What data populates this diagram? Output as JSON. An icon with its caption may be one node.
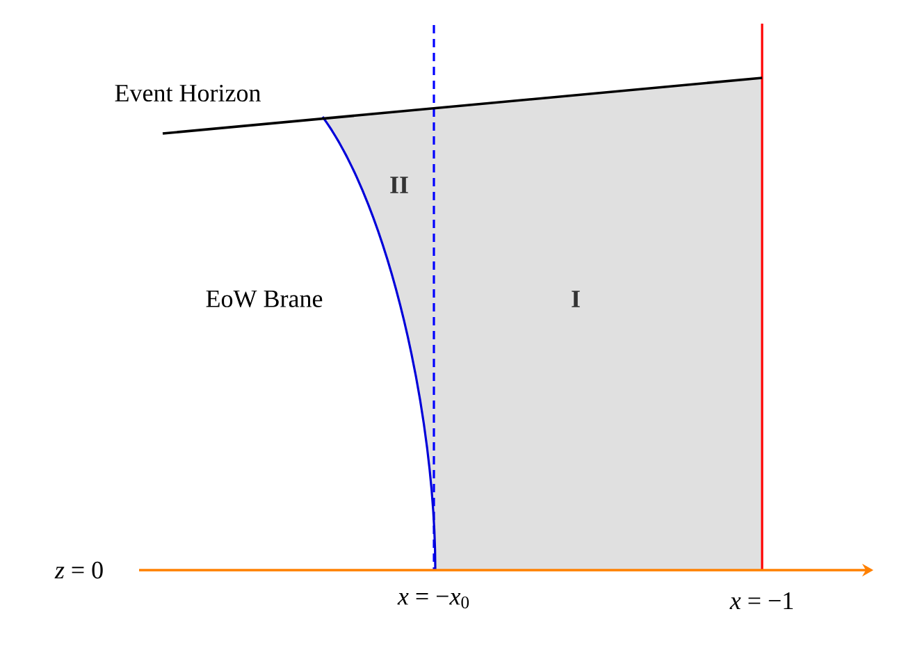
{
  "diagram": {
    "labels": [
      "Event Horizon",
      "II",
      "EoW Brane",
      "I",
      "*z* = 0",
      "*x* = −*x*$_{0}$",
      "*x* = −1"
    ]
  }
}
